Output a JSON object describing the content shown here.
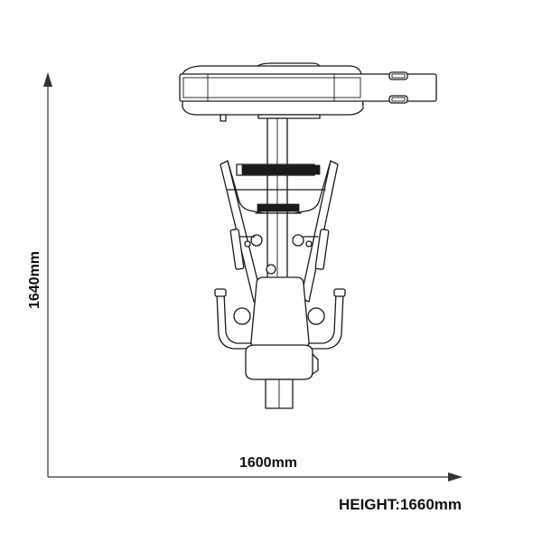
{
  "dimensions": {
    "depth_label": "1640mm",
    "width_label": "1600mm",
    "height_label": "HEIGHT:1660mm"
  },
  "drawing": {
    "line_color": "#1a1a1a",
    "background": "#ffffff"
  }
}
